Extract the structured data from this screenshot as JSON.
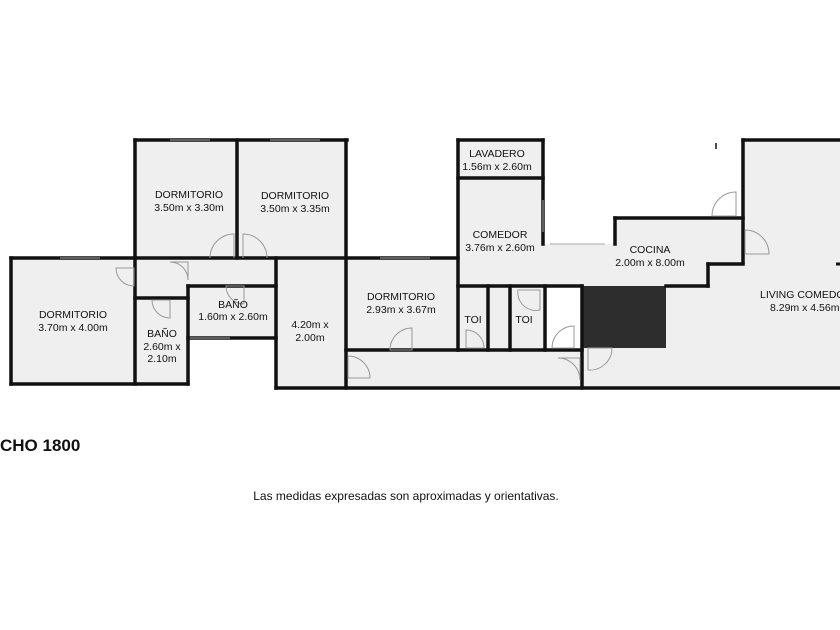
{
  "rooms": [
    {
      "id": "dorm1",
      "name": "DORMITORIO",
      "size": "3.50m x 3.30m"
    },
    {
      "id": "dorm2",
      "name": "DORMITORIO",
      "size": "3.50m x 3.35m"
    },
    {
      "id": "lavadero",
      "name": "LAVADERO",
      "size": "1.56m x 2.60m"
    },
    {
      "id": "comedor",
      "name": "COMEDOR",
      "size": "3.76m x 2.60m"
    },
    {
      "id": "cocina",
      "name": "COCINA",
      "size": "2.00m x 8.00m"
    },
    {
      "id": "living",
      "name": "LIVING COMEDOR",
      "size": "8.29m x 4.56m"
    },
    {
      "id": "dorm3",
      "name": "DORMITORIO",
      "size": "3.70m x 4.00m"
    },
    {
      "id": "bano1",
      "name": "BAÑO",
      "size": "1.60m x 2.60m"
    },
    {
      "id": "bano2",
      "name": "BAÑO",
      "size_line1": "2.60m x",
      "size_line2": "2.10m"
    },
    {
      "id": "pasillo",
      "size_line1": "4.20m x",
      "size_line2": "2.00m"
    },
    {
      "id": "dorm4",
      "name": "DORMITORIO",
      "size": "2.93m x 3.67m"
    },
    {
      "id": "toi1",
      "name": "TOI"
    },
    {
      "id": "toi2",
      "name": "TOI"
    }
  ],
  "title": "CHO 1800",
  "disclaimer": "Las medidas expresadas son aproximadas y orientativas.",
  "colors": {
    "floor": "#efefef",
    "wall": "#111111",
    "stair_block": "#2d2d2d",
    "door_line": "#999999"
  }
}
